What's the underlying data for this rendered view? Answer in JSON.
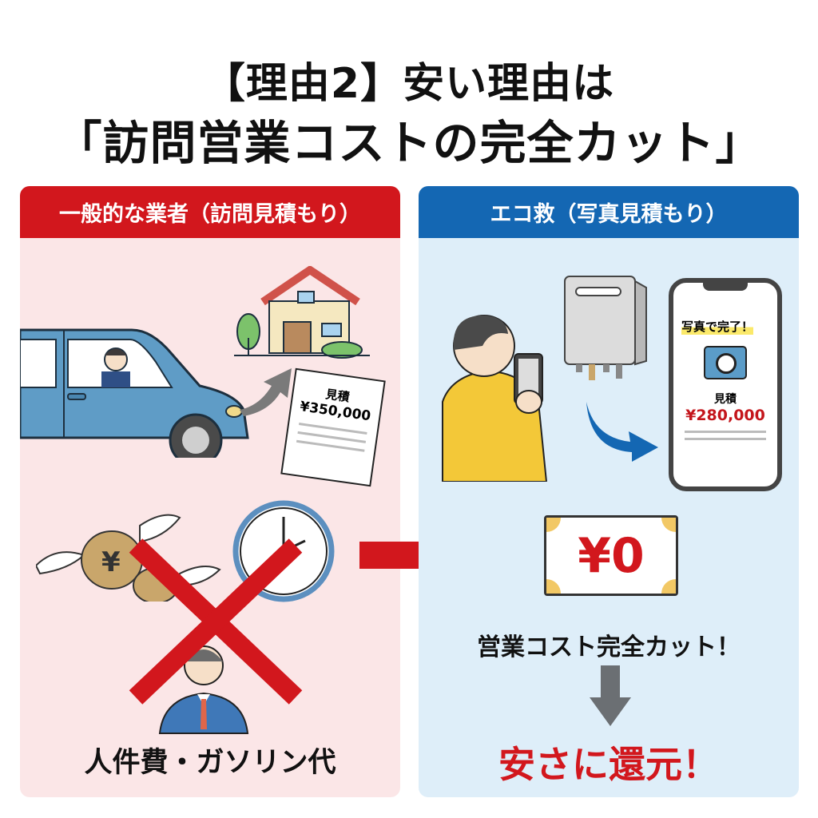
{
  "header": {
    "line1": "【理由2】安い理由は",
    "line2": "「訪問営業コストの完全カット」"
  },
  "left_panel": {
    "title": "一般的な業者（訪問見積もり）",
    "header_color": "#d2171d",
    "background_color": "#fbe6e7",
    "estimate_doc": {
      "label": "見積",
      "amount": "¥350,000"
    },
    "cost_caption": "人件費・ガソリン代",
    "icons": [
      "car-with-salesman-icon",
      "house-icon",
      "tree-icon",
      "estimate-document-icon",
      "curved-arrow-icon",
      "flying-money-bag-icon",
      "clock-icon",
      "salesman-icon",
      "cross-mark-icon"
    ]
  },
  "right_panel": {
    "title": "エコ救（写真見積もり）",
    "header_color": "#1467b3",
    "background_color": "#deeef9",
    "phone_screen": {
      "headline": "写真で完了！",
      "label": "見積",
      "amount": "¥280,000"
    },
    "zero_cost": "¥0",
    "cost_cut_text": "営業コスト完全カット！",
    "result_text": "安さに還元！",
    "icons": [
      "person-taking-photo-icon",
      "water-heater-icon",
      "smartphone-icon",
      "camera-icon",
      "curved-arrow-icon",
      "banknote-icon",
      "down-arrow-icon"
    ]
  },
  "accent": {
    "red": "#d2171d",
    "blue": "#1467b3",
    "gray": "#6b6f73"
  }
}
